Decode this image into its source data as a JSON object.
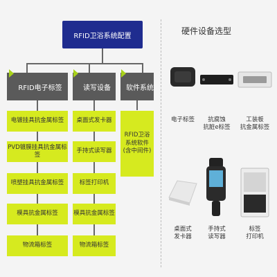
{
  "root": "RFID卫浴系统配置",
  "categories": [
    {
      "label": "RFID电子标签"
    },
    {
      "label": "读写设备"
    },
    {
      "label": "软件系统"
    }
  ],
  "tags": [
    "电镀挂具抗金属标签",
    "PVD镀膜挂具抗金属标签",
    "喷塑挂具抗金属标签",
    "模具抗金属标签",
    "物流箱标签"
  ],
  "readers": [
    "桌面式发卡器",
    "手持式读写器",
    "标签打印机",
    "模具抗金属标签",
    "物流箱标签"
  ],
  "software": [
    "RFID卫浴",
    "系统软件",
    "(含中间件)"
  ],
  "hardware": {
    "title": "硬件设备选型",
    "items": [
      {
        "caption": [
          "电子标签"
        ]
      },
      {
        "caption": [
          "抗腐蚀",
          "抗脏e标签"
        ]
      },
      {
        "caption": [
          "工装板",
          "抗金属标签"
        ]
      },
      {
        "caption": [
          "桌面式",
          "发卡器"
        ]
      },
      {
        "caption": [
          "手持式",
          "读写器"
        ]
      },
      {
        "caption": [
          "标签",
          "打印机"
        ]
      }
    ]
  }
}
